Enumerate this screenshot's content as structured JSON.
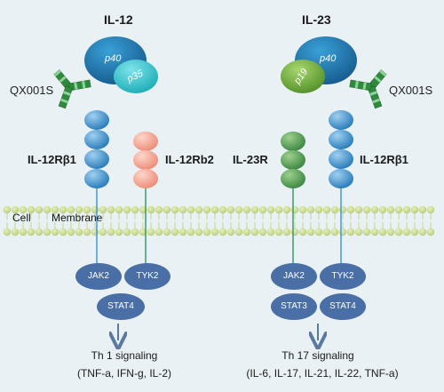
{
  "left": {
    "cytokine": "IL-12",
    "subunit_a": "p40",
    "subunit_b": "p35",
    "drug": "QX001S",
    "receptor_1": "IL-12Rβ1",
    "receptor_2": "IL-12Rb2",
    "kinase_1": "JAK2",
    "kinase_2": "TYK2",
    "stat": "STAT4",
    "signal": "Th 1 signaling",
    "signal_detail": "(TNF-a, IFN-g, IL-2)"
  },
  "right": {
    "cytokine": "IL-23",
    "subunit_a": "p19",
    "subunit_b": "p40",
    "drug": "QX001S",
    "receptor_1": "IL-23R",
    "receptor_2": "IL-12Rβ1",
    "kinase_1": "JAK2",
    "kinase_2": "TYK2",
    "stat_1": "STAT3",
    "stat_2": "STAT4",
    "signal": "Th 17 signaling",
    "signal_detail": "(IL-6, IL-17, IL-21, IL-22, TNF-a)"
  },
  "membrane_label_1": "Cell",
  "membrane_label_2": "Membrane",
  "colors": {
    "background": "#eaf1f5",
    "p40": "#1c6fa6",
    "p35": "#2ec2cc",
    "p19": "#6aa63a",
    "receptor_blue": "#4a97d0",
    "receptor_salmon": "#f4a493",
    "receptor_green": "#4f9a57",
    "membrane": "#c4d88a",
    "kinase_pill": "#4a6ea6",
    "arrow": "#5a7aa0",
    "antibody_green": "#2f8a3e"
  }
}
